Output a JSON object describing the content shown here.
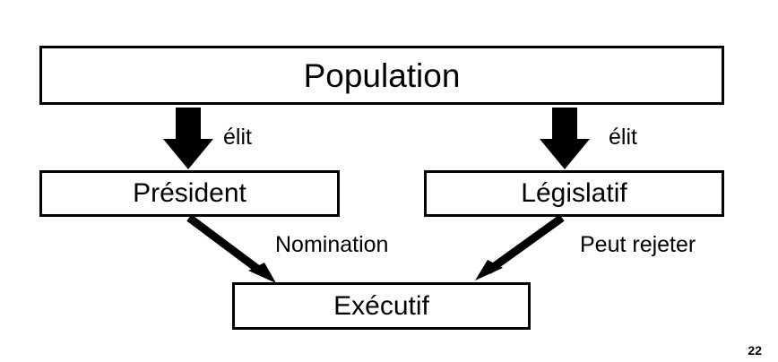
{
  "slide": {
    "page_number": "22",
    "background_color": "#ffffff",
    "stroke_color": "#000000"
  },
  "nodes": [
    {
      "id": "population",
      "label": "Population"
    },
    {
      "id": "president",
      "label": "Président"
    },
    {
      "id": "legislatif",
      "label": "Législatif"
    },
    {
      "id": "executif",
      "label": "Exécutif"
    }
  ],
  "edges": [
    {
      "id": "population-to-president",
      "label": "élit",
      "from": "population",
      "to": "president",
      "style": "block-arrow-down"
    },
    {
      "id": "population-to-legislatif",
      "label": "élit",
      "from": "population",
      "to": "legislatif",
      "style": "block-arrow-down"
    },
    {
      "id": "president-to-executif",
      "label": "Nomination",
      "from": "president",
      "to": "executif",
      "style": "diagonal-arrow"
    },
    {
      "id": "legislatif-to-executif",
      "label": "Peut rejeter",
      "from": "legislatif",
      "to": "executif",
      "style": "diagonal-arrow"
    }
  ]
}
